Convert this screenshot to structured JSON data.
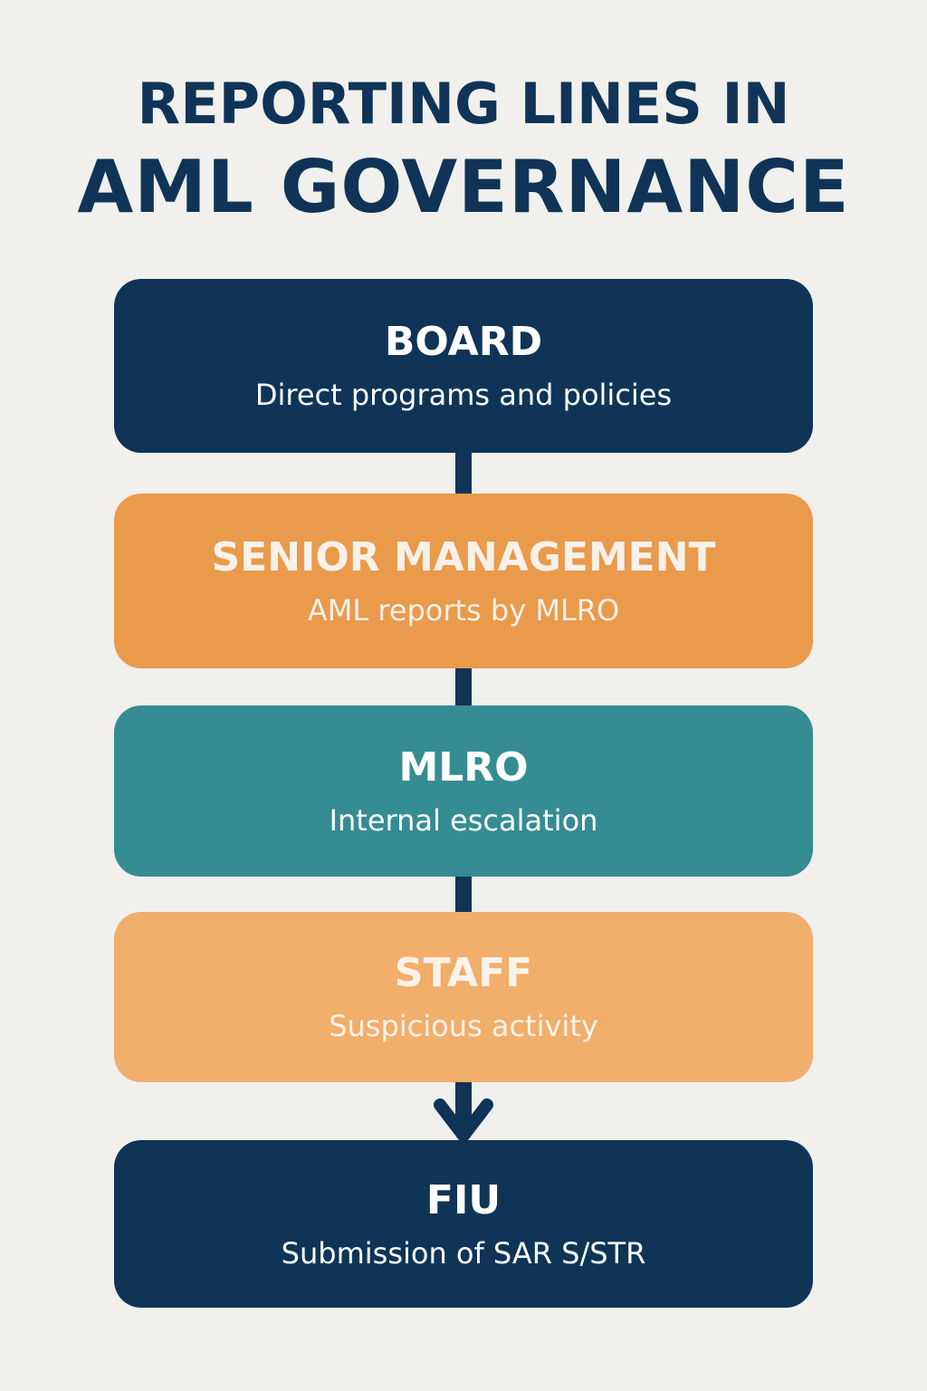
{
  "title": {
    "line1": "REPORTING LINES IN",
    "line2": "AML GOVERNANCE"
  },
  "colors": {
    "background": "#f1f0ec",
    "navy": "#0f3457",
    "orange": "#ea9a4b",
    "teal": "#368c93",
    "light_orange": "#f2ae6b"
  },
  "levels": [
    {
      "label": "BOARD",
      "description": "Direct programs and policies",
      "color": "#0f3457"
    },
    {
      "label": "SENIOR MANAGEMENT",
      "description": "AML reports by MLRO",
      "color": "#ea9a4b"
    },
    {
      "label": "MLRO",
      "description": "Internal escalation",
      "color": "#368c93"
    },
    {
      "label": "STAFF",
      "description": "Suspicious activity",
      "color": "#f2ae6b"
    },
    {
      "label": "FIU",
      "description": "Submission of SAR S/STR",
      "color": "#0f3457"
    }
  ],
  "connectors": [
    {
      "from": "BOARD",
      "to": "SENIOR MANAGEMENT",
      "type": "line"
    },
    {
      "from": "SENIOR MANAGEMENT",
      "to": "MLRO",
      "type": "line"
    },
    {
      "from": "MLRO",
      "to": "STAFF",
      "type": "line"
    },
    {
      "from": "STAFF",
      "to": "FIU",
      "type": "arrow-down"
    }
  ]
}
